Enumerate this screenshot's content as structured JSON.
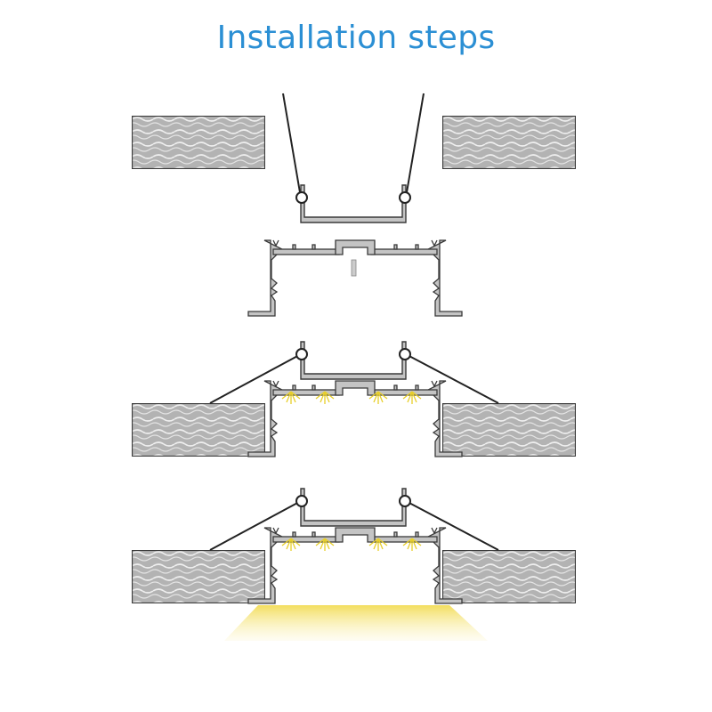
{
  "title": "Installation steps",
  "steps": [
    "step-1-hang-bracket",
    "step-2-profile",
    "step-3-insert-into-ceiling",
    "step-4-lit"
  ],
  "colors": {
    "title": "#2b8fd4",
    "outline": "#3a3a3a",
    "metal": "#c4c4c4",
    "wall": "#b5b5b5",
    "light": "#f3e27a"
  }
}
